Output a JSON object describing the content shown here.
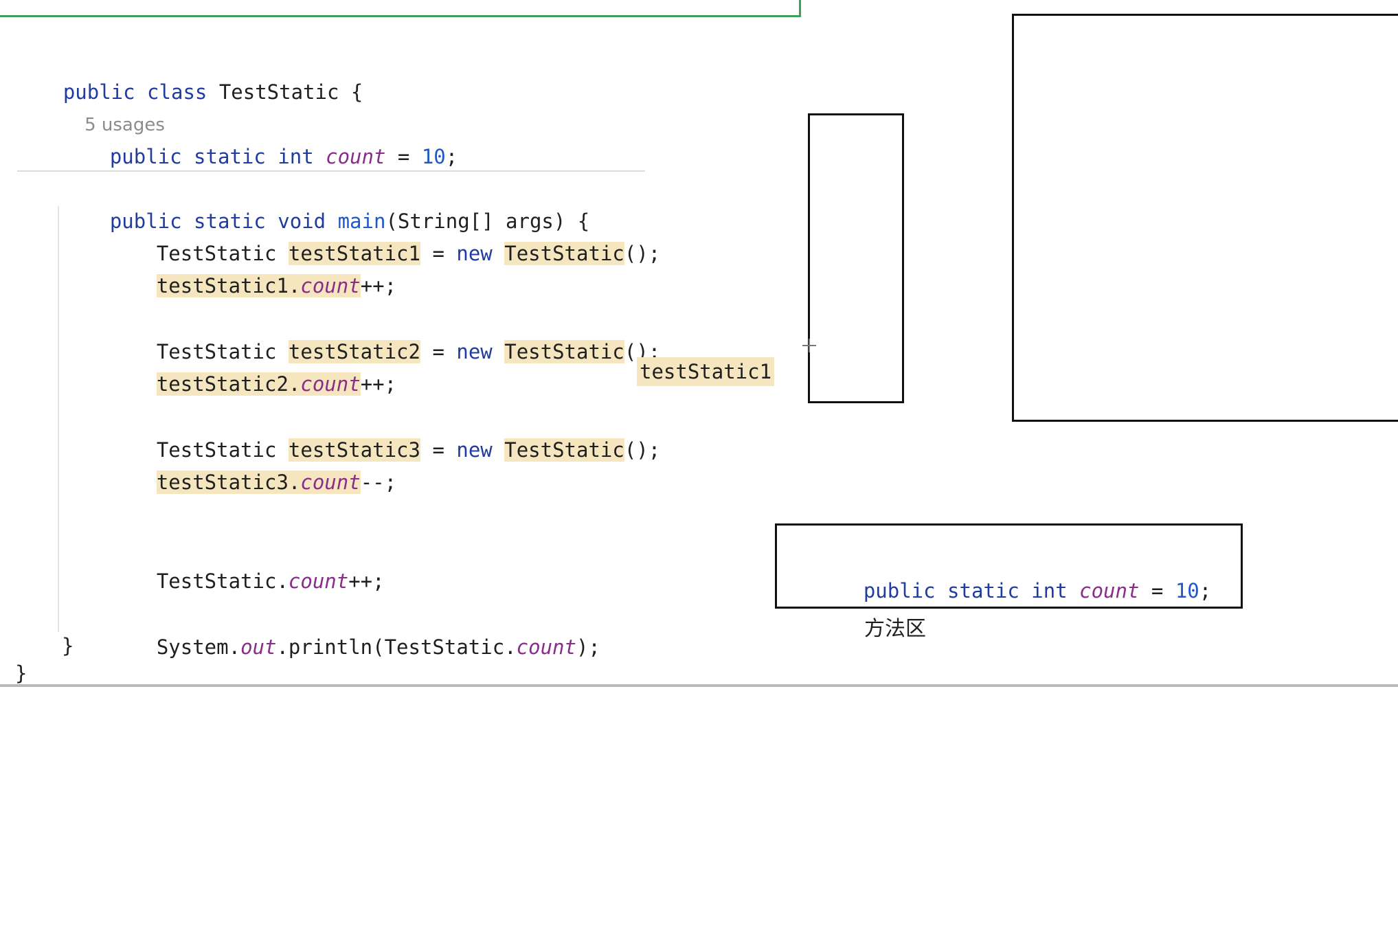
{
  "code": {
    "class_kw": "public class",
    "class_name": "TestStatic",
    "open_brace": " {",
    "usages": "5 usages",
    "field_decl": {
      "mods": "public static int",
      "name": "count",
      "eq": " = ",
      "val": "10",
      "end": ";"
    },
    "main_sig": {
      "mods": "public static void",
      "name": "main",
      "rest": "(String[] args) {"
    },
    "objects": [
      {
        "type": "TestStatic",
        "var": "testStatic1",
        "new_kw": "new",
        "ctor": "TestStatic",
        "ctor_end": "();",
        "field": "count",
        "op": "++;"
      },
      {
        "type": "TestStatic",
        "var": "testStatic2",
        "new_kw": "new",
        "ctor": "TestStatic",
        "ctor_end": "();",
        "field": "count",
        "op": "++;"
      },
      {
        "type": "TestStatic",
        "var": "testStatic3",
        "new_kw": "new",
        "ctor": "TestStatic",
        "ctor_end": "();",
        "field": "count",
        "op": "--;"
      }
    ],
    "static_inc": {
      "cls": "TestStatic.",
      "field": "count",
      "op": "++;"
    },
    "println": {
      "pre": "System.",
      "out": "out",
      "mid": ".println(TestStatic.",
      "field": "count",
      "end": ");"
    },
    "close_main": "}",
    "close_class": "}"
  },
  "diagram": {
    "ref_label": "testStatic1",
    "method_area_code": {
      "mods": "public static int",
      "name": "count",
      "eq": " = ",
      "val": "10",
      "end": ";"
    },
    "method_area_label": "方法区"
  },
  "colors": {
    "keyword": "#1f3c9e",
    "field": "#8a2c8a",
    "number": "#1f58c9",
    "highlight": "#f5e6bf",
    "frame_green": "#3aa05a"
  }
}
